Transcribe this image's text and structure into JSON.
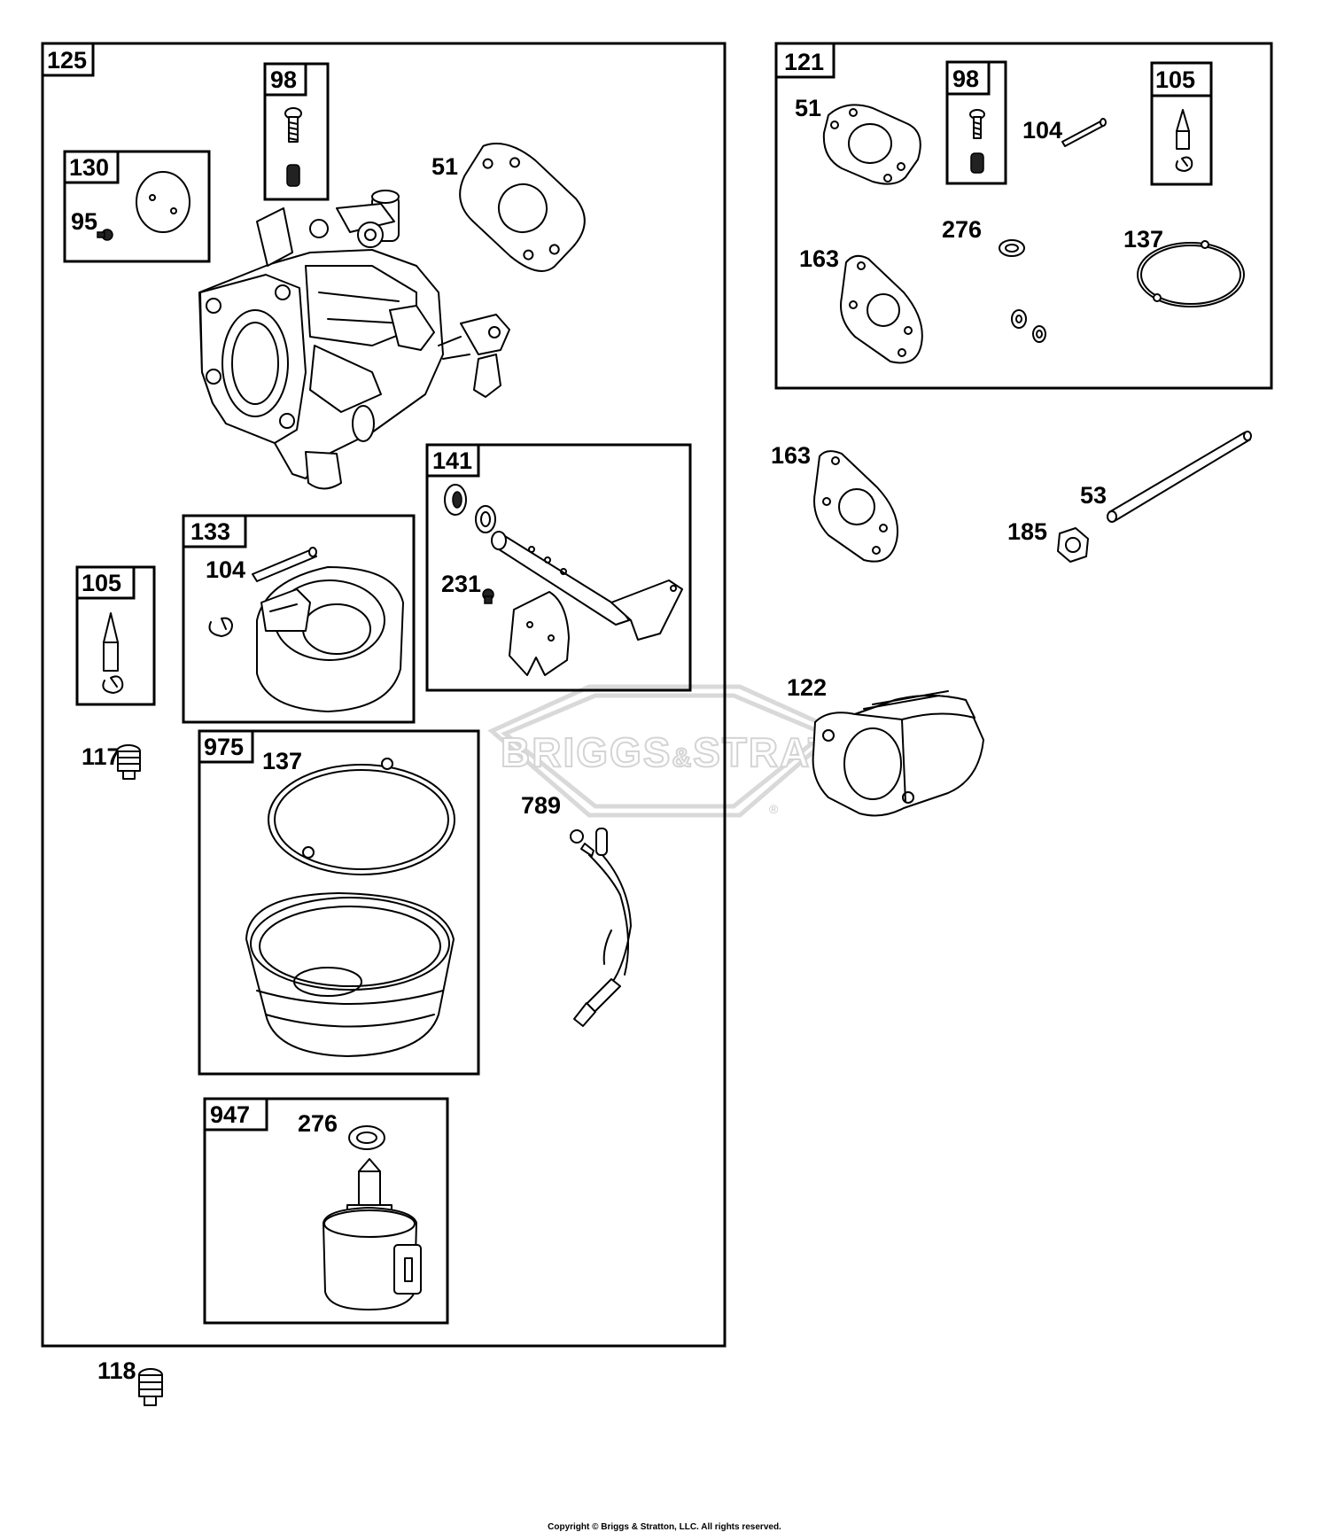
{
  "groups": {
    "g125": "125",
    "g98a": "98",
    "g130": "130",
    "g133": "133",
    "g105a": "105",
    "g141": "141",
    "g975": "975",
    "g947": "947",
    "g121": "121",
    "g98b": "98",
    "g105b": "105"
  },
  "labels": {
    "p51a": "51",
    "p95": "95",
    "p104a": "104",
    "p231": "231",
    "p117": "117",
    "p137a": "137",
    "p789": "789",
    "p276a": "276",
    "p118": "118",
    "p51b": "51",
    "p104b": "104",
    "p276b": "276",
    "p163a": "163",
    "p137b": "137",
    "p163b": "163",
    "p53": "53",
    "p185": "185",
    "p122": "122"
  },
  "watermark": {
    "brand_left": "BRIGGS",
    "amp": "&",
    "brand_right": "STRATTON",
    "reg": "®"
  },
  "footer": {
    "copyright": "Copyright © Briggs & Stratton, LLC. All rights reserved."
  }
}
